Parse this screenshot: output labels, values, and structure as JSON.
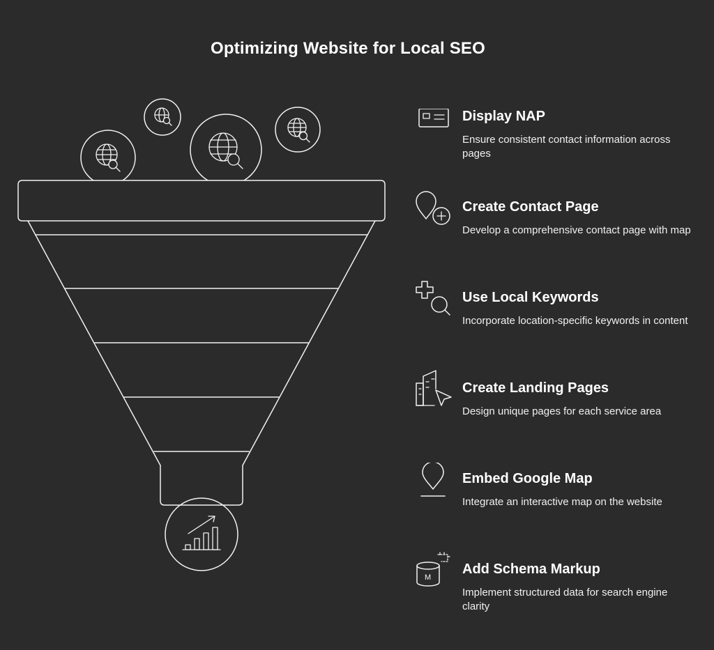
{
  "title": "Optimizing Website for Local SEO",
  "colors": {
    "background": "#2b2b2b",
    "stroke": "#f2f2f2",
    "text": "#ffffff"
  },
  "funnel": {
    "input_icons": [
      "globe-search-icon",
      "globe-search-icon",
      "globe-search-icon",
      "globe-search-icon"
    ],
    "output_icon": "growth-chart-icon"
  },
  "items": [
    {
      "icon": "contact-card-icon",
      "heading": "Display NAP",
      "description": "Ensure consistent contact information across pages"
    },
    {
      "icon": "location-add-icon",
      "heading": "Create Contact Page",
      "description": "Develop a comprehensive contact page with map"
    },
    {
      "icon": "keyword-search-icon",
      "heading": "Use Local Keywords",
      "description": "Incorporate location-specific keywords in content"
    },
    {
      "icon": "landing-page-icon",
      "heading": "Create Landing Pages",
      "description": "Design unique pages for each service area"
    },
    {
      "icon": "map-pin-icon",
      "heading": "Embed Google Map",
      "description": "Integrate an interactive map on the website"
    },
    {
      "icon": "schema-database-icon",
      "heading": "Add Schema Markup",
      "description": "Implement structured data for search engine clarity"
    }
  ]
}
